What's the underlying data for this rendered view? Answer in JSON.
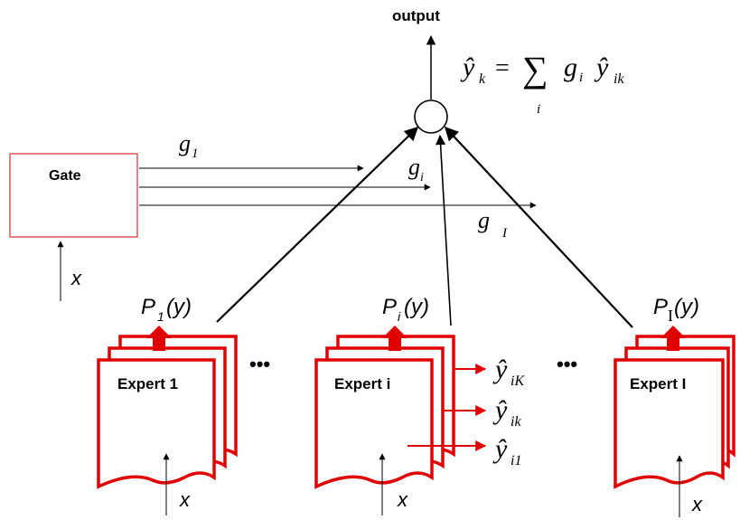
{
  "output_label": "output",
  "formula": {
    "lhs": "ŷ",
    "lhs_sub": "k",
    "eq": "=",
    "sum": "∑",
    "sum_sub": "i",
    "g": "g",
    "g_sub": "i",
    "rhs": "ŷ",
    "rhs_sub": "ik"
  },
  "gate": {
    "label": "Gate",
    "input": "x"
  },
  "gate_outputs": [
    {
      "g": "g",
      "sub": "1"
    },
    {
      "g": "g",
      "sub": "i"
    },
    {
      "g": "g",
      "sub": "I"
    }
  ],
  "experts": [
    {
      "label": "Expert 1",
      "prob_p": "P",
      "prob_sub": "1",
      "prob_arg": "(y)",
      "input": "x"
    },
    {
      "label": "Expert i",
      "prob_p": "P",
      "prob_sub": "i",
      "prob_arg": "(y)",
      "input": "x"
    },
    {
      "label": "Expert I",
      "prob_p": "P",
      "prob_sub": "I",
      "prob_arg": "(y)",
      "input": "x"
    }
  ],
  "ellipsis": "•••",
  "expert_i_outputs": [
    {
      "y": "ŷ",
      "sub": "iK"
    },
    {
      "y": "ŷ",
      "sub": "ik"
    },
    {
      "y": "ŷ",
      "sub": "i1"
    }
  ],
  "colors": {
    "expert_red": "#e00000",
    "gate_border": "#d03030",
    "line": "#000000"
  }
}
